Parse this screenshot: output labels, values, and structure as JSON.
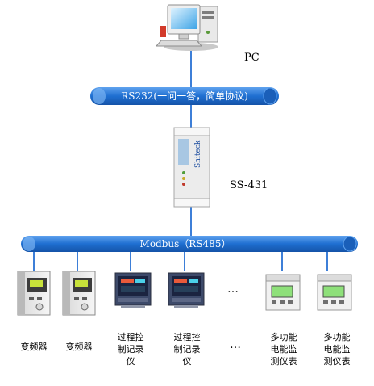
{
  "pc": {
    "label": "PC"
  },
  "rs232_bus": {
    "label": "RS232(一问一答，简单协议)"
  },
  "converter": {
    "label": "SS-431",
    "brand": "Shiteck"
  },
  "modbus_bus": {
    "label": "Modbus（RS485）"
  },
  "ellipsis": "…",
  "devices": [
    {
      "caption": "变频器"
    },
    {
      "caption": "变频器"
    },
    {
      "caption_lines": [
        "过程控",
        "制记录",
        "仪"
      ]
    },
    {
      "caption_lines": [
        "过程控",
        "制记录",
        "仪"
      ]
    },
    {
      "caption": "…"
    },
    {
      "caption_lines": [
        "多功能",
        "电能监",
        "测仪表"
      ]
    },
    {
      "caption_lines": [
        "多功能",
        "电能监",
        "测仪表"
      ]
    }
  ],
  "colors": {
    "bus": "#1f6fd1",
    "bus_light": "#4b90e6",
    "wire": "#3d7fd8"
  }
}
